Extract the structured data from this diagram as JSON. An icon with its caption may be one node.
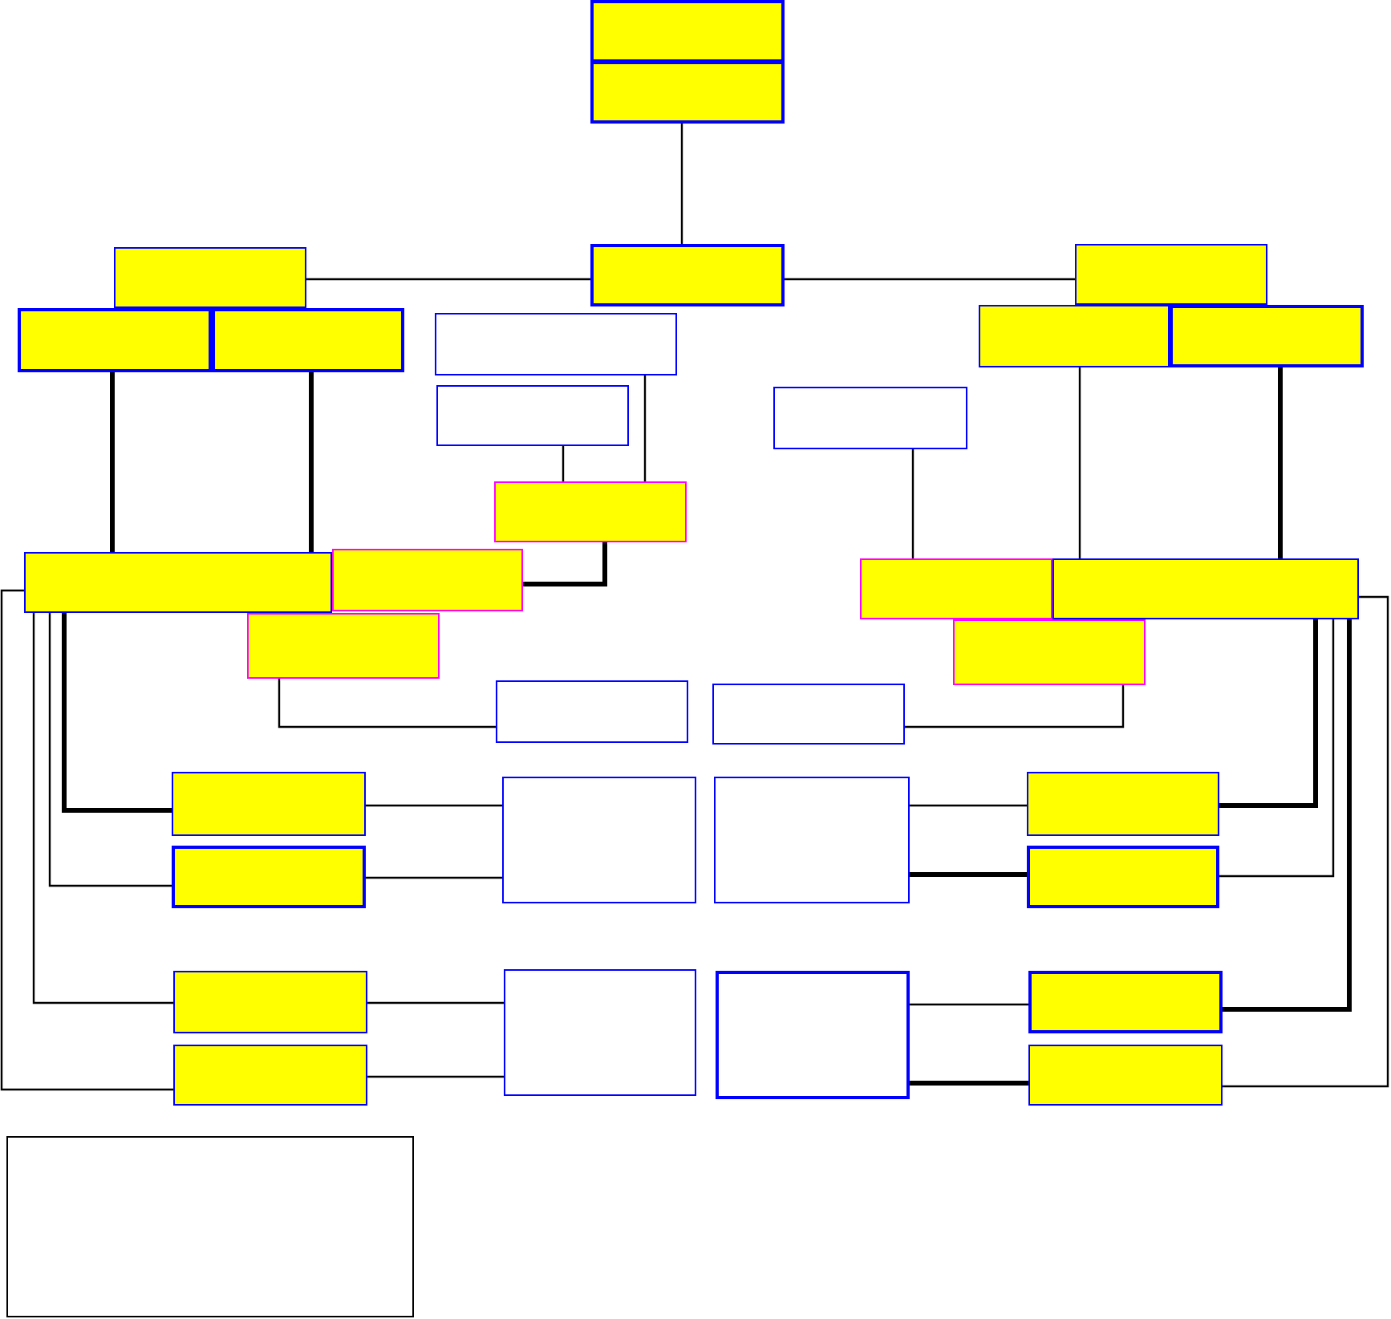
{
  "diagram": {
    "nodes": [
      {
        "text": [],
        "shape": "box"
      },
      {
        "text": [],
        "shape": "box"
      },
      {
        "text": [],
        "shape": "box"
      },
      {
        "text": [],
        "shape": "box"
      },
      {
        "text": [],
        "shape": "box"
      },
      {
        "text": [],
        "shape": "box"
      },
      {
        "text": [],
        "shape": "box"
      },
      {
        "text": [],
        "shape": "box"
      },
      {
        "text": [],
        "shape": "box"
      },
      {
        "text": [],
        "shape": "box"
      },
      {
        "text": [],
        "shape": "box"
      },
      {
        "text": [],
        "shape": "box"
      },
      {
        "text": [],
        "shape": "box"
      },
      {
        "text": [],
        "shape": "box"
      },
      {
        "text": [],
        "shape": "box"
      },
      {
        "text": [],
        "shape": "box"
      },
      {
        "text": [],
        "shape": "box"
      },
      {
        "text": [],
        "shape": "box"
      },
      {
        "text": [],
        "shape": "box"
      },
      {
        "text": [],
        "shape": "box"
      },
      {
        "text": [],
        "shape": "box"
      },
      {
        "text": [],
        "shape": "box"
      },
      {
        "text": [],
        "shape": "box"
      },
      {
        "text": [],
        "shape": "box"
      },
      {
        "text": [],
        "shape": "box"
      },
      {
        "text": [],
        "shape": "box"
      },
      {
        "text": [],
        "shape": "box"
      },
      {
        "text": [],
        "shape": "box"
      },
      {
        "text": [],
        "shape": "box"
      },
      {
        "text": [],
        "shape": "box"
      },
      {
        "text": [],
        "shape": "box"
      },
      {
        "text": [],
        "shape": "box"
      },
      {
        "text": [],
        "shape": "box"
      },
      {
        "text": [],
        "shape": "box"
      }
    ],
    "edges": [
      {
        "from": 1,
        "to": 3,
        "arrow": "none"
      },
      {
        "from": 3,
        "to": 2,
        "arrow": "none"
      },
      {
        "from": 3,
        "to": 4,
        "arrow": "none"
      },
      {
        "from": 5,
        "to": 13,
        "arrow": "none",
        "style": "thick"
      },
      {
        "from": 6,
        "to": 13,
        "arrow": "none",
        "style": "thick"
      },
      {
        "from": 7,
        "to": 12,
        "arrow": "none"
      },
      {
        "from": 10,
        "to": 12,
        "arrow": "none"
      },
      {
        "from": 12,
        "to": 14,
        "arrow": "none",
        "style": "thick"
      },
      {
        "from": 11,
        "to": 15,
        "arrow": "none"
      },
      {
        "from": 8,
        "to": 16,
        "arrow": "none"
      },
      {
        "from": 9,
        "to": 16,
        "arrow": "none",
        "style": "thick"
      },
      {
        "from": 17,
        "to": 19,
        "arrow": "none"
      },
      {
        "from": 18,
        "to": 20,
        "arrow": "none"
      },
      {
        "from": 13,
        "to": 21,
        "arrow": "none",
        "style": "thick"
      },
      {
        "from": 13,
        "to": 25,
        "arrow": "none"
      },
      {
        "from": 13,
        "to": 27,
        "arrow": "none"
      },
      {
        "from": 13,
        "to": 31,
        "arrow": "none"
      },
      {
        "from": 21,
        "to": 22,
        "arrow": "none"
      },
      {
        "from": 25,
        "to": 22,
        "arrow": "none"
      },
      {
        "from": 27,
        "to": 28,
        "arrow": "none"
      },
      {
        "from": 31,
        "to": 28,
        "arrow": "none"
      },
      {
        "from": 16,
        "to": 24,
        "arrow": "none",
        "style": "thick"
      },
      {
        "from": 16,
        "to": 26,
        "arrow": "none"
      },
      {
        "from": 16,
        "to": 30,
        "arrow": "none",
        "style": "thick"
      },
      {
        "from": 16,
        "to": 32,
        "arrow": "none"
      },
      {
        "from": 23,
        "to": 24,
        "arrow": "none"
      },
      {
        "from": 23,
        "to": 26,
        "arrow": "none",
        "style": "thick"
      },
      {
        "from": 29,
        "to": 30,
        "arrow": "none"
      },
      {
        "from": 29,
        "to": 32,
        "arrow": "none",
        "style": "thick"
      }
    ]
  }
}
